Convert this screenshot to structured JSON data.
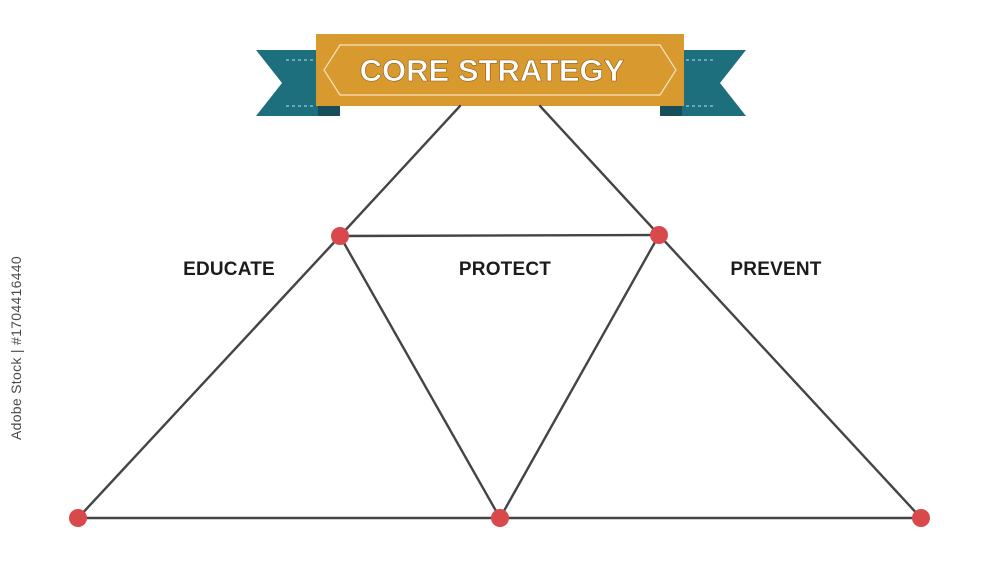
{
  "banner": {
    "title": "CORE STRATEGY"
  },
  "pillars": [
    {
      "label": "EDUCATE"
    },
    {
      "label": "PROTECT"
    },
    {
      "label": "PREVENT"
    }
  ],
  "watermark": {
    "text": "Adobe Stock | #1704416440"
  },
  "colors": {
    "banner_fill": "#d89a2e",
    "banner_ribbon": "#1d6f7e",
    "line": "#444444",
    "node": "#d9494b"
  }
}
